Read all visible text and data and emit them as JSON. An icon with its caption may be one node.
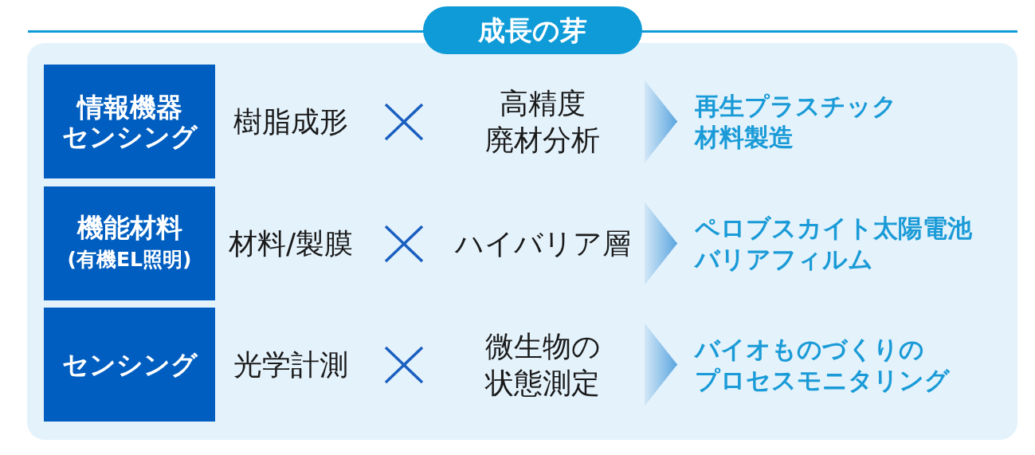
{
  "diagram": {
    "title": "成長の芽",
    "nodes": [
      {
        "text": [
          "情報機器センシング"
        ]
      },
      {
        "text": [
          "高精度廃材分析"
        ]
      },
      {
        "text": [
          "再生プラスチック材料製造"
        ]
      },
      {
        "text": [
          "機能材料",
          "(有機EL照明)"
        ]
      },
      {
        "text": [
          "ハイバリア層"
        ]
      },
      {
        "text": [
          "ペロブスカイト太陽電池バリアフィルム"
        ]
      },
      {
        "text": [
          "センシング"
        ]
      },
      {
        "text": [
          "微生物の状態測定"
        ]
      },
      {
        "text": [
          "バイオものづくりのプロセスモニタリング"
        ]
      }
    ],
    "edges": [
      {
        "from": 1,
        "to": 2,
        "arrow": "to"
      },
      {
        "from": 4,
        "to": 5,
        "arrow": "to"
      },
      {
        "from": 7,
        "to": 8,
        "arrow": "to"
      }
    ],
    "labels": [
      "樹脂成形",
      "材料/製膜",
      "光学計測"
    ]
  }
}
